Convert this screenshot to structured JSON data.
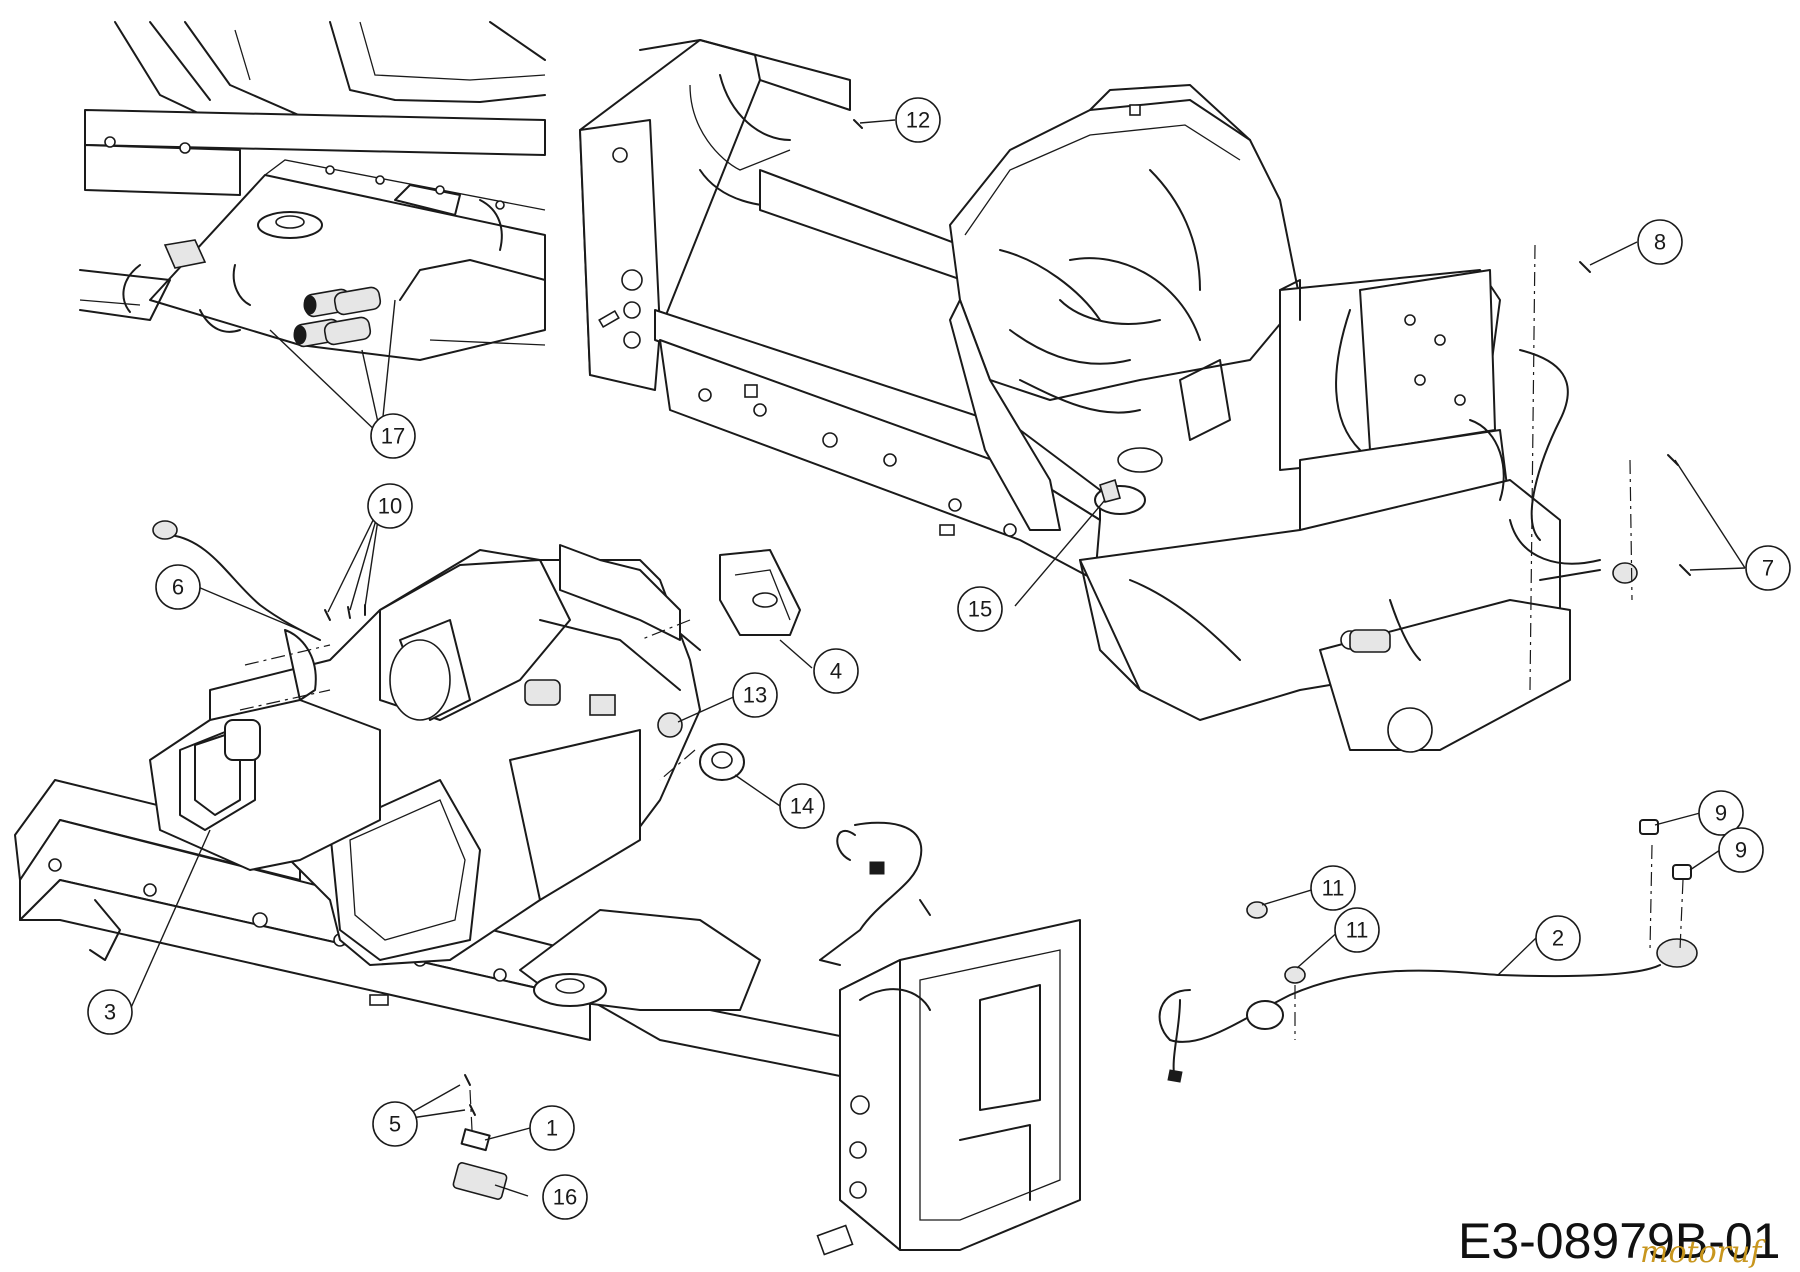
{
  "diagram": {
    "code": "E3-08979B-01",
    "watermark": "motoruf",
    "callouts": [
      {
        "id": "c1",
        "label": "1"
      },
      {
        "id": "c2",
        "label": "2"
      },
      {
        "id": "c3",
        "label": "3"
      },
      {
        "id": "c4",
        "label": "4"
      },
      {
        "id": "c5",
        "label": "5"
      },
      {
        "id": "c6",
        "label": "6"
      },
      {
        "id": "c7",
        "label": "7"
      },
      {
        "id": "c8",
        "label": "8"
      },
      {
        "id": "c9a",
        "label": "9"
      },
      {
        "id": "c9b",
        "label": "9"
      },
      {
        "id": "c10",
        "label": "10"
      },
      {
        "id": "c11a",
        "label": "11"
      },
      {
        "id": "c11b",
        "label": "11"
      },
      {
        "id": "c12",
        "label": "12"
      },
      {
        "id": "c13",
        "label": "13"
      },
      {
        "id": "c14",
        "label": "14"
      },
      {
        "id": "c15",
        "label": "15"
      },
      {
        "id": "c16",
        "label": "16"
      },
      {
        "id": "c17",
        "label": "17"
      }
    ]
  }
}
